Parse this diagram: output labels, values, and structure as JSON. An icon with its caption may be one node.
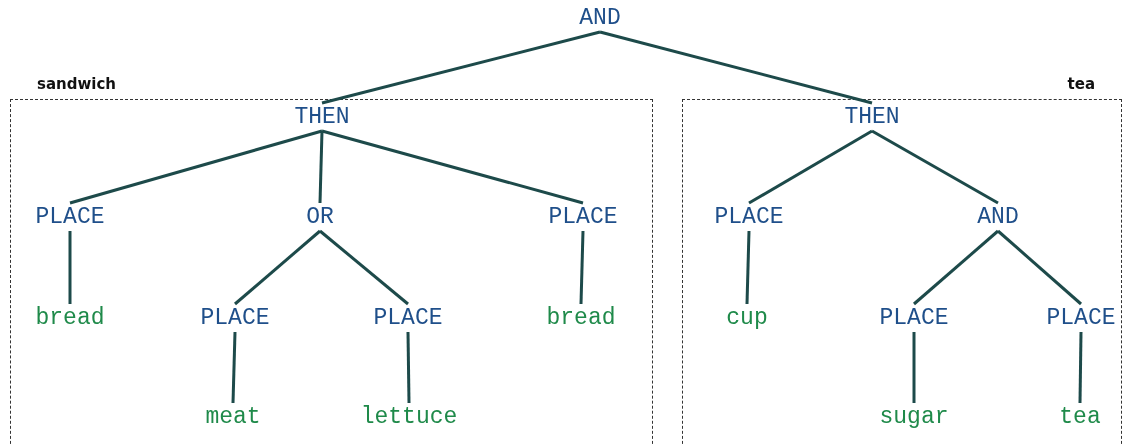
{
  "diagram": {
    "nodes": [
      {
        "text": [
          "AND"
        ]
      },
      {
        "text": [
          "sandwich"
        ]
      },
      {
        "text": [
          "THEN"
        ],
        "in": 1
      },
      {
        "text": [
          "PLACE"
        ],
        "in": 1
      },
      {
        "text": [
          "OR"
        ],
        "in": 1
      },
      {
        "text": [
          "PLACE"
        ],
        "in": 1
      },
      {
        "text": [
          "bread"
        ],
        "in": 1
      },
      {
        "text": [
          "PLACE"
        ],
        "in": 1
      },
      {
        "text": [
          "PLACE"
        ],
        "in": 1
      },
      {
        "text": [
          "bread"
        ],
        "in": 1
      },
      {
        "text": [
          "meat"
        ],
        "in": 1
      },
      {
        "text": [
          "lettuce"
        ],
        "in": 1
      },
      {
        "text": [
          "tea"
        ]
      },
      {
        "text": [
          "THEN"
        ],
        "in": 12
      },
      {
        "text": [
          "PLACE"
        ],
        "in": 12
      },
      {
        "text": [
          "AND"
        ],
        "in": 12
      },
      {
        "text": [
          "cup"
        ],
        "in": 12
      },
      {
        "text": [
          "PLACE"
        ],
        "in": 12
      },
      {
        "text": [
          "PLACE"
        ],
        "in": 12
      },
      {
        "text": [
          "sugar"
        ],
        "in": 12
      },
      {
        "text": [
          "tea"
        ],
        "in": 12
      }
    ],
    "edges": [
      {
        "from": 0,
        "to": 2,
        "arrow": "none"
      },
      {
        "from": 0,
        "to": 13,
        "arrow": "none"
      },
      {
        "from": 2,
        "to": 3,
        "arrow": "none"
      },
      {
        "from": 2,
        "to": 4,
        "arrow": "none"
      },
      {
        "from": 2,
        "to": 5,
        "arrow": "none"
      },
      {
        "from": 3,
        "to": 6,
        "arrow": "none"
      },
      {
        "from": 4,
        "to": 7,
        "arrow": "none"
      },
      {
        "from": 4,
        "to": 8,
        "arrow": "none"
      },
      {
        "from": 5,
        "to": 9,
        "arrow": "none"
      },
      {
        "from": 7,
        "to": 10,
        "arrow": "none"
      },
      {
        "from": 8,
        "to": 11,
        "arrow": "none"
      },
      {
        "from": 13,
        "to": 14,
        "arrow": "none"
      },
      {
        "from": 13,
        "to": 15,
        "arrow": "none"
      },
      {
        "from": 14,
        "to": 16,
        "arrow": "none"
      },
      {
        "from": 15,
        "to": 17,
        "arrow": "none"
      },
      {
        "from": 15,
        "to": 18,
        "arrow": "none"
      },
      {
        "from": 17,
        "to": 19,
        "arrow": "none"
      },
      {
        "from": 18,
        "to": 20,
        "arrow": "none"
      }
    ]
  }
}
